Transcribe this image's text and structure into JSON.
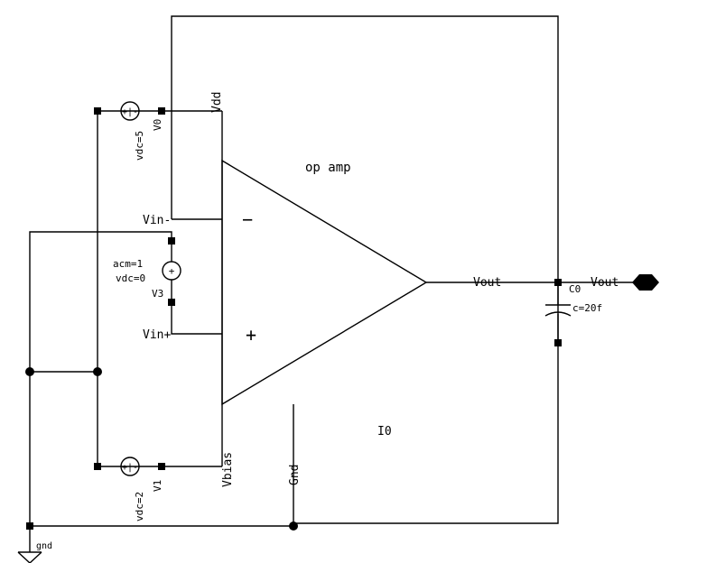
{
  "colors": {
    "background": "#ffffff",
    "wire": "#000000"
  },
  "instance": {
    "name": "I0",
    "cell": "op amp"
  },
  "pins": {
    "vdd": "Vdd",
    "vin_minus": "Vin-",
    "vin_plus": "Vin+",
    "vout": "Vout",
    "vbias": "Vbias",
    "gnd": "Gnd",
    "minus_sign": "−",
    "plus_sign": "+"
  },
  "sources": {
    "v0": {
      "name": "V0",
      "param": "vdc=5"
    },
    "v1": {
      "name": "V1",
      "param": "vdc=2"
    },
    "v3": {
      "name": "V3",
      "acm": "acm=1",
      "vdc": "vdc=0"
    }
  },
  "capacitor": {
    "name": "C0",
    "value": "c=20f"
  },
  "output_port": {
    "label": "Vout"
  },
  "net_labels": {
    "vout": "Vout",
    "gnd": "gnd"
  },
  "source_symbol": "+|-"
}
